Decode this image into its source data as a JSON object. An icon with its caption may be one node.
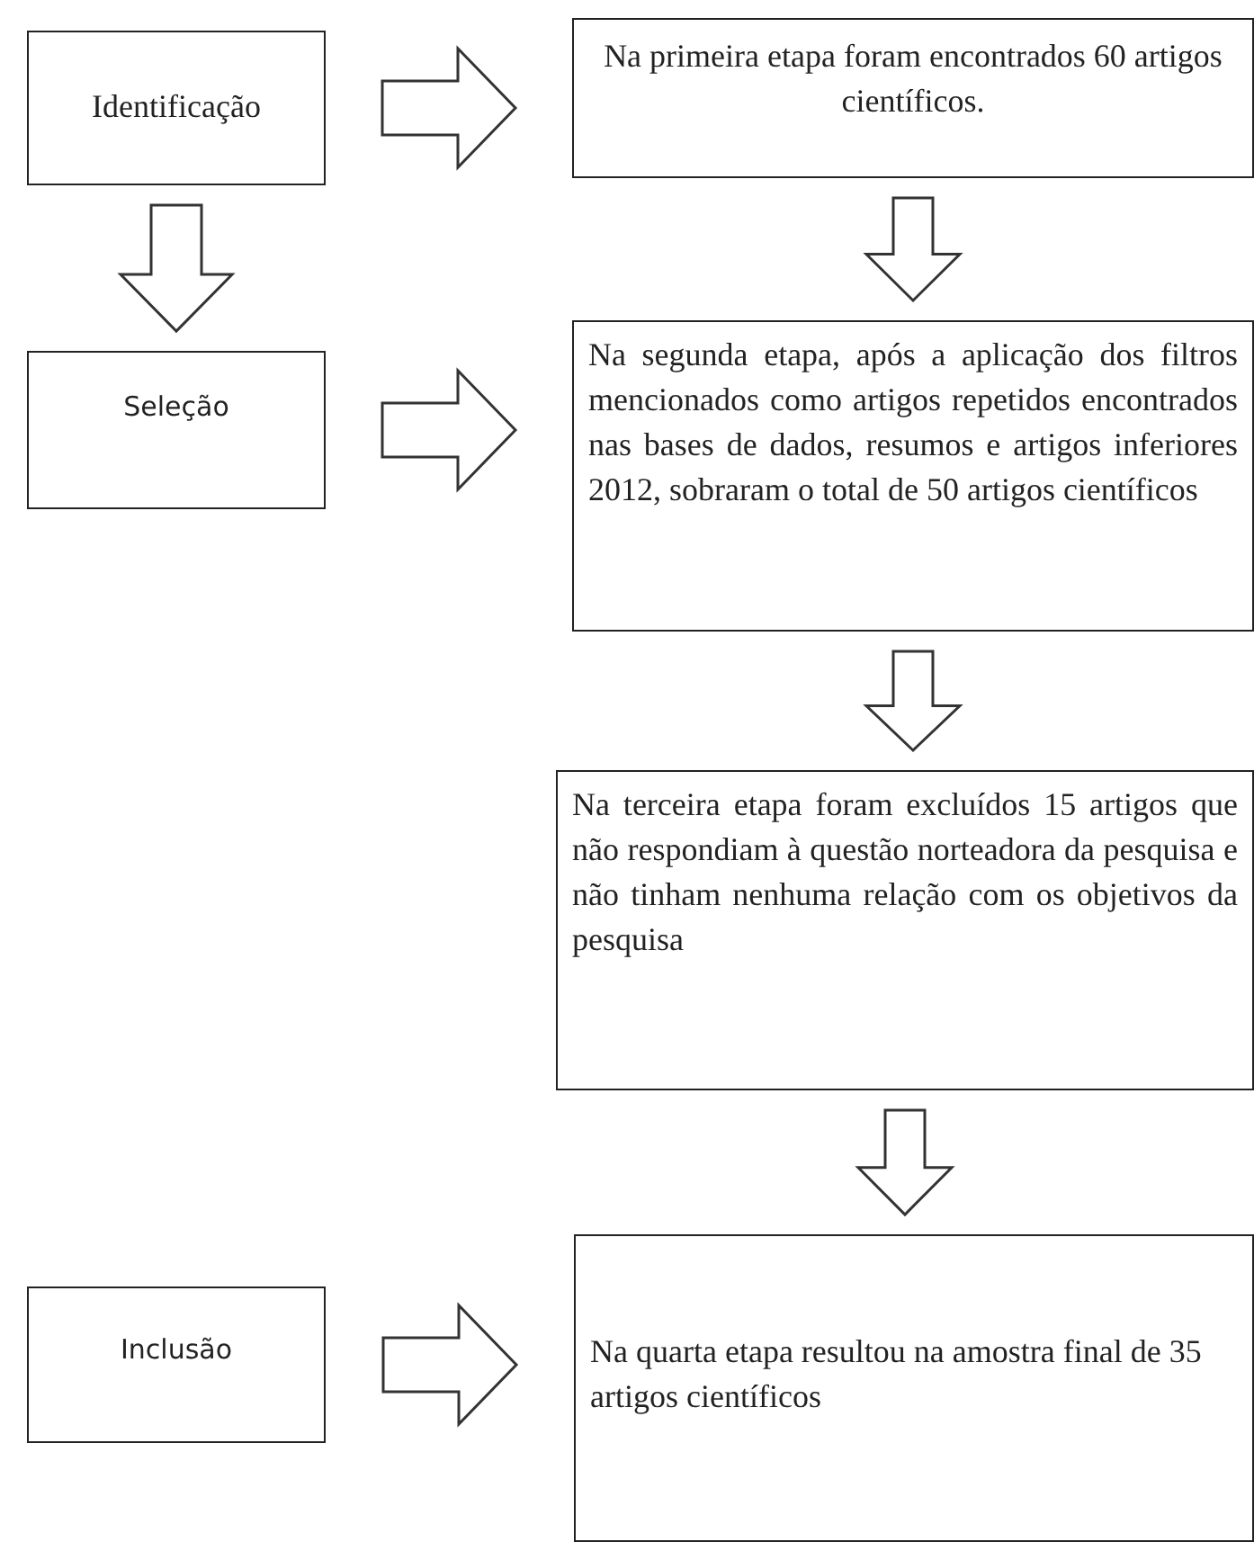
{
  "diagram": {
    "nodes": [
      {
        "text": [
          "Identificação"
        ]
      },
      {
        "text": [
          "Na primeira etapa foram encontrados 60 artigos científicos."
        ]
      },
      {
        "text": [
          "Seleção"
        ]
      },
      {
        "text": [
          "Na segunda etapa, após a aplicação dos filtros mencionados como artigos repetidos encontrados nas bases de dados, resumos e artigos inferiores 2012, sobraram o total de 50 artigos científicos"
        ]
      },
      {
        "text": [
          "Na terceira etapa foram excluídos 15 artigos que não respondiam à questão norteadora da pesquisa e não tinham nenhuma relação com os objetivos da pesquisa"
        ]
      },
      {
        "text": [
          "Inclusão"
        ]
      },
      {
        "text": [
          "Na quarta etapa resultou na amostra final de 35 artigos científicos"
        ]
      }
    ],
    "edges": [
      {
        "from": 0,
        "to": 1,
        "arrow": "to"
      },
      {
        "from": 0,
        "to": 2,
        "arrow": "to"
      },
      {
        "from": 1,
        "to": 3,
        "arrow": "to"
      },
      {
        "from": 2,
        "to": 3,
        "arrow": "to"
      },
      {
        "from": 3,
        "to": 4,
        "arrow": "to"
      },
      {
        "from": 4,
        "to": 6,
        "arrow": "to"
      },
      {
        "from": 5,
        "to": 6,
        "arrow": "to"
      }
    ]
  }
}
